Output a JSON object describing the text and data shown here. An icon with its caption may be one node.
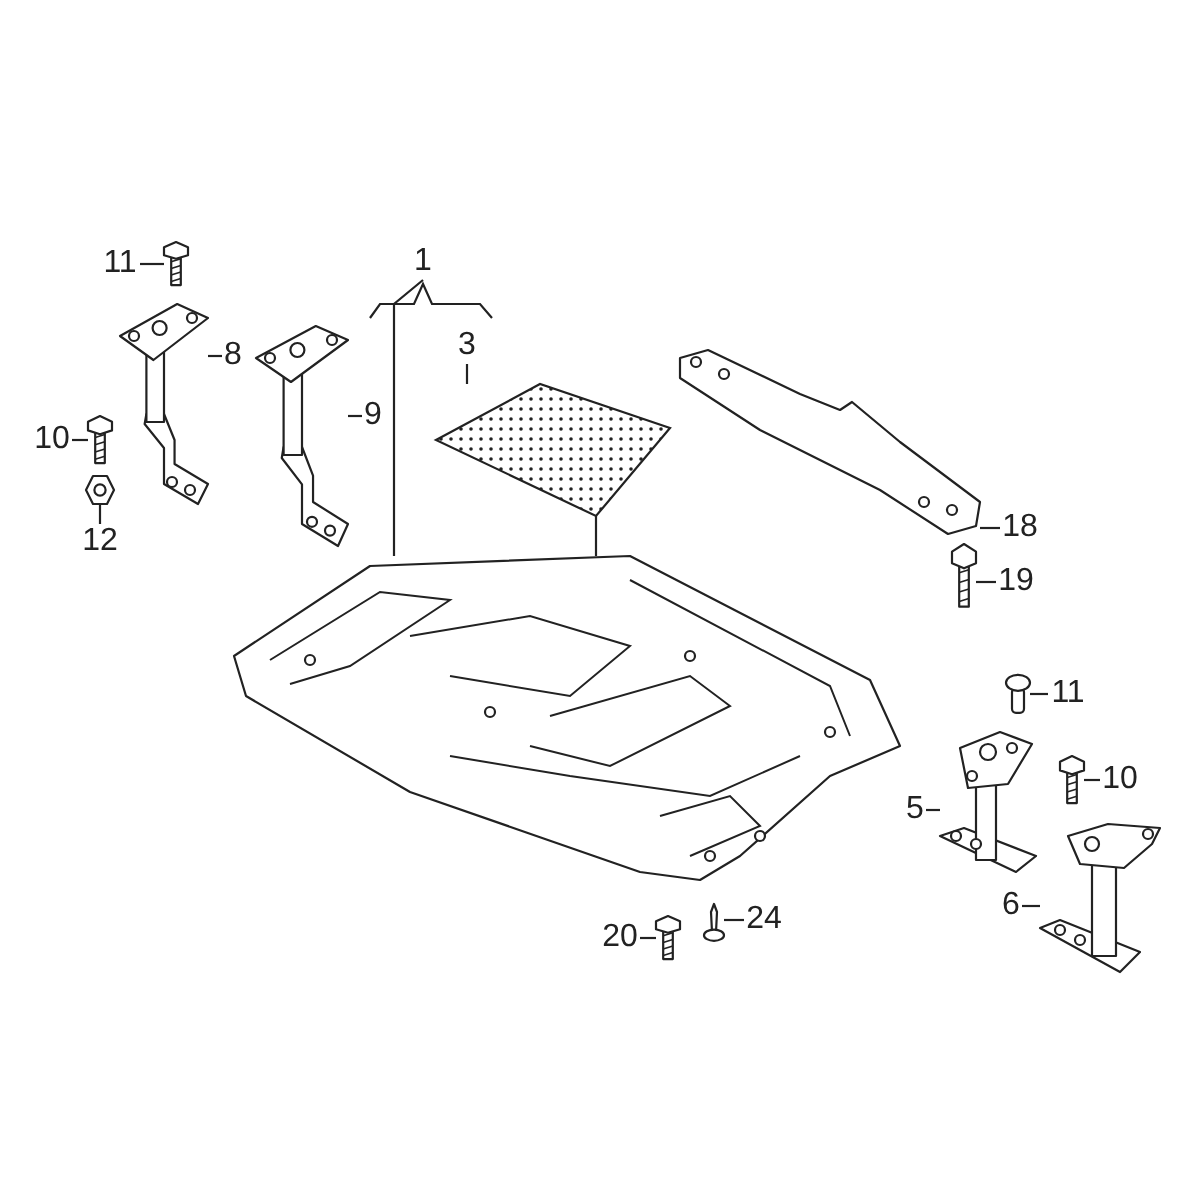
{
  "diagram": {
    "nodes": [
      {
        "text": [
          "11"
        ]
      },
      {
        "text": [],
        "shape": "picture"
      },
      {
        "text": [
          "8"
        ]
      },
      {
        "text": [],
        "shape": "picture"
      },
      {
        "text": [
          "10"
        ]
      },
      {
        "text": [],
        "shape": "picture"
      },
      {
        "text": [
          "12"
        ]
      },
      {
        "text": [],
        "shape": "picture"
      },
      {
        "text": [
          "9"
        ]
      },
      {
        "text": [],
        "shape": "picture"
      },
      {
        "text": [
          "1"
        ]
      },
      {
        "text": [
          "3"
        ]
      },
      {
        "text": [],
        "shape": "picture"
      },
      {
        "text": [],
        "shape": "picture"
      },
      {
        "text": [
          "18"
        ]
      },
      {
        "text": [],
        "shape": "picture"
      },
      {
        "text": [
          "19"
        ]
      },
      {
        "text": [],
        "shape": "picture"
      },
      {
        "text": [
          "11"
        ]
      },
      {
        "text": [],
        "shape": "picture"
      },
      {
        "text": [
          "5"
        ]
      },
      {
        "text": [],
        "shape": "picture"
      },
      {
        "text": [
          "10"
        ]
      },
      {
        "text": [],
        "shape": "picture"
      },
      {
        "text": [
          "6"
        ]
      },
      {
        "text": [],
        "shape": "picture"
      },
      {
        "text": [
          "20"
        ]
      },
      {
        "text": [],
        "shape": "picture"
      },
      {
        "text": [
          "24"
        ]
      },
      {
        "text": [],
        "shape": "picture"
      }
    ],
    "edges": [
      {
        "from": 0,
        "to": 1,
        "arrow": "none"
      },
      {
        "from": 2,
        "to": 3,
        "arrow": "none"
      },
      {
        "from": 4,
        "to": 5,
        "arrow": "none"
      },
      {
        "from": 6,
        "to": 7,
        "arrow": "none"
      },
      {
        "from": 8,
        "to": 9,
        "arrow": "none"
      },
      {
        "from": 10,
        "to": 13,
        "arrow": "none"
      },
      {
        "from": 11,
        "to": 12,
        "arrow": "none"
      },
      {
        "from": 12,
        "to": 13,
        "arrow": "none"
      },
      {
        "from": 14,
        "to": 15,
        "arrow": "none"
      },
      {
        "from": 16,
        "to": 17,
        "arrow": "none"
      },
      {
        "from": 18,
        "to": 19,
        "arrow": "none"
      },
      {
        "from": 20,
        "to": 21,
        "arrow": "none"
      },
      {
        "from": 22,
        "to": 23,
        "arrow": "none"
      },
      {
        "from": 24,
        "to": 25,
        "arrow": "none"
      },
      {
        "from": 26,
        "to": 27,
        "arrow": "none"
      },
      {
        "from": 28,
        "to": 29,
        "arrow": "none"
      }
    ]
  }
}
